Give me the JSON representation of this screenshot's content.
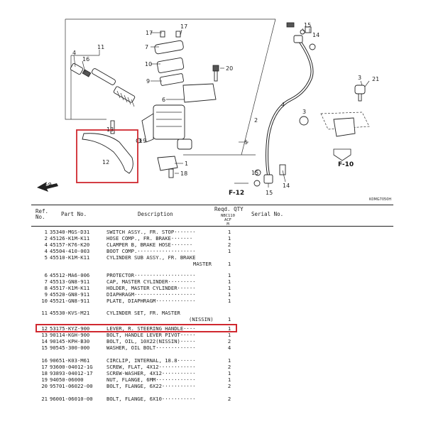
{
  "diagram": {
    "callouts": [
      "1",
      "2",
      "3",
      "4",
      "5",
      "6",
      "7",
      "8",
      "9",
      "10",
      "11",
      "12",
      "13",
      "14",
      "15",
      "16",
      "17",
      "18",
      "19",
      "20",
      "21"
    ],
    "label_fr": "FR.",
    "label_f10": "F-10",
    "label_f12": "F-12",
    "code": "K0MG7050H",
    "accent_color": "#d0282f"
  },
  "table": {
    "headers": {
      "ref": "Ref.\nNo.",
      "part_no": "Part No.",
      "description": "Description",
      "reqd_qty": "Reqd. QTY",
      "model": "NBC110\nACF\nM",
      "serial_no": "Serial No."
    },
    "rows": [
      {
        "ref": "1",
        "part": "35340-MGS-D31",
        "desc": "SWITCH ASSY., FR. STOP·······",
        "qty": "1"
      },
      {
        "ref": "2",
        "part": "45126-K1M-K11",
        "desc": "HOSE COMP., FR. BRAKE·······",
        "qty": "1"
      },
      {
        "ref": "4",
        "part": "45157-K76-K20",
        "desc": "CLAMPER B, BRAKE HOSE·······",
        "qty": "2"
      },
      {
        "ref": "4",
        "part": "45504-410-003",
        "desc": "BOOT COMP.···················",
        "qty": "1"
      },
      {
        "ref": "5",
        "part": "45510-K1M-K11",
        "desc": "CYLINDER SUB ASSY., FR. BRAKE",
        "desc2": "MASTER",
        "qty": "1"
      },
      {
        "ref": "6",
        "part": "45512-MA6-006",
        "desc": "PROTECTOR····················",
        "qty": "1"
      },
      {
        "ref": "7",
        "part": "45513-GN8-911",
        "desc": "CAP, MASTER CYLINDER·········",
        "qty": "1"
      },
      {
        "ref": "8",
        "part": "45517-K1M-K11",
        "desc": "HOLDER, MASTER CYLINDER······",
        "qty": "1"
      },
      {
        "ref": "9",
        "part": "45520-GN8-911",
        "desc": "DIAPHRAGM····················",
        "qty": "1"
      },
      {
        "ref": "10",
        "part": "45521-GN8-911",
        "desc": "PLATE, DIAPHRAGM·············",
        "qty": "1"
      },
      {
        "ref": "11",
        "part": "45530-KVS-M21",
        "desc": "CYLINDER SET, FR. MASTER",
        "desc2": "(NISSIN)",
        "qty": "1"
      },
      {
        "ref": "12",
        "part": "53175-KYZ-900",
        "desc": "LEVER, R. STEERING HANDLE····",
        "qty": "1"
      },
      {
        "ref": "13",
        "part": "90114-KGH-900",
        "desc": "BOLT, HANDLE LEVER PIVOT·····",
        "qty": "1"
      },
      {
        "ref": "14",
        "part": "90145-KPH-B30",
        "desc": "BOLT, OIL, 10X22(NISSIN)·····",
        "qty": "2"
      },
      {
        "ref": "15",
        "part": "90545-300-000",
        "desc": "WASHER, OIL BOLT·············",
        "qty": "4"
      },
      {
        "ref": "16",
        "part": "90651-K03-M61",
        "desc": "CIRCLIP, INTERNAL, 18.8······",
        "qty": "1"
      },
      {
        "ref": "17",
        "part": "93600-04012-1G",
        "desc": "SCREW, FLAT, 4X12············",
        "qty": "2"
      },
      {
        "ref": "18",
        "part": "93893-04012-17",
        "desc": "SCREW-WASHER, 4X12···········",
        "qty": "1"
      },
      {
        "ref": "19",
        "part": "94050-06000",
        "desc": "NUT, FLANGE, 6MM·············",
        "qty": "1"
      },
      {
        "ref": "20",
        "part": "95701-06022-00",
        "desc": "BOLT, FLANGE, 6X22···········",
        "qty": "2"
      },
      {
        "ref": "21",
        "part": "96001-06010-00",
        "desc": "BOLT, FLANGE, 6X10···········",
        "qty": "2"
      }
    ]
  }
}
